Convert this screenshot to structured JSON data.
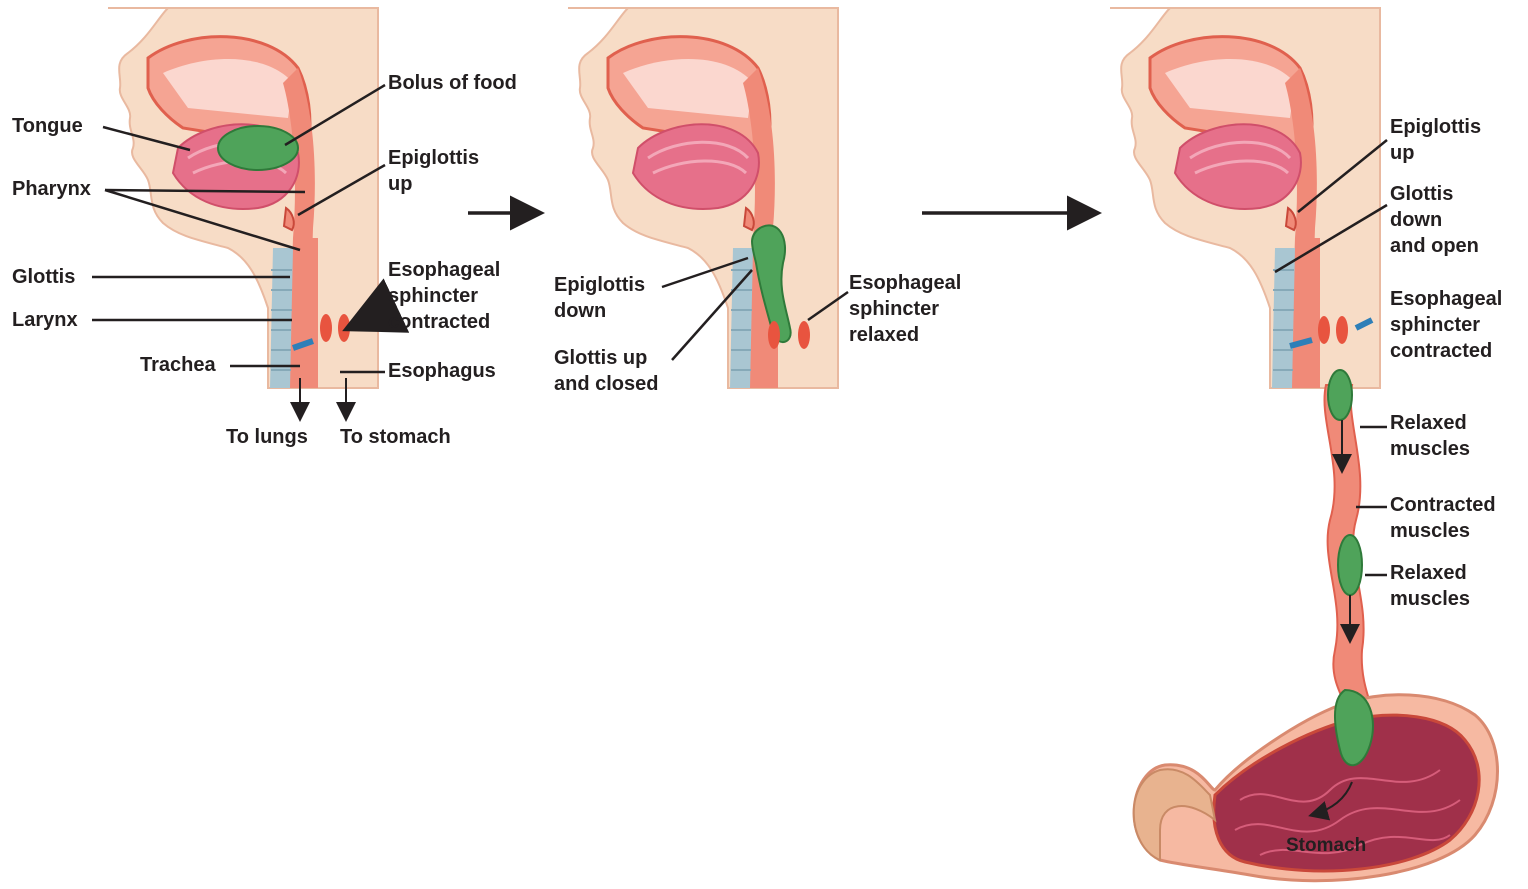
{
  "colors": {
    "skin": "#f7dcc6",
    "tissue": "#f08a78",
    "tissue_dark": "#e0604e",
    "tongue": "#e6708a",
    "bolus": "#4fa35a",
    "trachea": "#a9c6d2",
    "sphincter": "#e8543f",
    "arrow_blue": "#2e7fb8",
    "line": "#231f20"
  },
  "panels": [
    {
      "labels": {
        "tongue": "Tongue",
        "pharynx": "Pharynx",
        "glottis": "Glottis",
        "larynx": "Larynx",
        "trachea": "Trachea",
        "bolus": "Bolus of food",
        "epiglottis": "Epiglottis\nup",
        "sphincter": "Esophageal\nsphincter\ncontracted",
        "esophagus": "Esophagus",
        "to_lungs": "To lungs",
        "to_stomach": "To stomach"
      }
    },
    {
      "labels": {
        "epiglottis": "Epiglottis\ndown",
        "glottis": "Glottis up\nand closed",
        "sphincter": "Esophageal\nsphincter\nrelaxed"
      }
    },
    {
      "labels": {
        "epiglottis": "Epiglottis\nup",
        "glottis": "Glottis\ndown\nand open",
        "sphincter": "Esophageal\nsphincter\ncontracted",
        "relaxed_1": "Relaxed\nmuscles",
        "contracted": "Contracted\nmuscles",
        "relaxed_2": "Relaxed\nmuscles",
        "stomach": "Stomach"
      }
    }
  ]
}
